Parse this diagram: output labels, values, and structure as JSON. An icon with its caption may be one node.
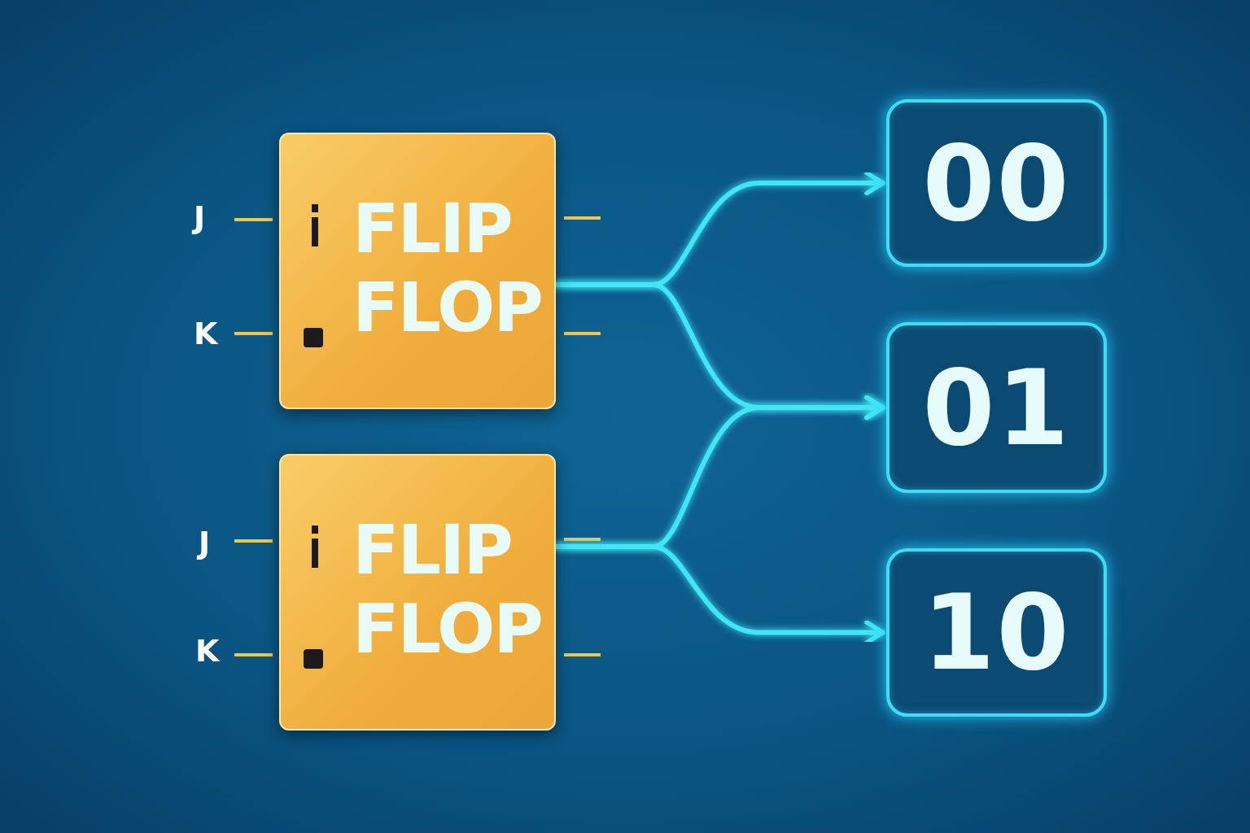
{
  "diagram": {
    "nodes": [
      {
        "text": [
          "FLIP FLOP"
        ]
      },
      {
        "text": [
          "FLIP FLOP"
        ]
      },
      {
        "text": [
          "00"
        ]
      },
      {
        "text": [
          "01"
        ]
      },
      {
        "text": [
          "10"
        ]
      }
    ],
    "edges": [
      {
        "from": 0,
        "to": 2,
        "arrow": "to"
      },
      {
        "from": 0,
        "to": 3,
        "arrow": "to"
      },
      {
        "from": 1,
        "to": 3,
        "arrow": "to"
      },
      {
        "from": 1,
        "to": 4,
        "arrow": "to"
      }
    ],
    "labels": [
      "J",
      "K",
      "J",
      "K"
    ]
  }
}
